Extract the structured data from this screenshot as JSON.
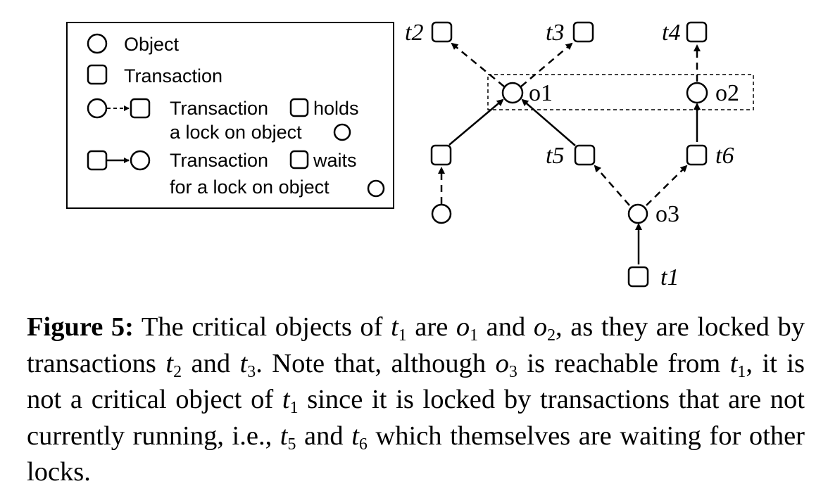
{
  "legend": {
    "object": "Object",
    "transaction": "Transaction",
    "holds_line1": "Transaction",
    "holds_line1b": "holds",
    "holds_line2": "a lock on object",
    "waits_line1": "Transaction",
    "waits_line1b": "waits",
    "waits_line2": "for a lock on object"
  },
  "graph": {
    "t2": "t2",
    "t3": "t3",
    "t4": "t4",
    "t5": "t5",
    "t6": "t6",
    "t1": "t1",
    "o1": "o1",
    "o2": "o2",
    "o3": "o3"
  },
  "caption": {
    "label": "Figure 5:",
    "p1": " The critical objects of ",
    "t1a": "t",
    "t1a_sub": "1",
    "p2": " are ",
    "o1": "o",
    "o1_sub": "1",
    "p3": " and ",
    "o2": "o",
    "o2_sub": "2",
    "p4": ", as they are locked by transactions ",
    "t2": "t",
    "t2_sub": "2",
    "p5": " and ",
    "t3": "t",
    "t3_sub": "3",
    "p6": ". Note that, although ",
    "o3": "o",
    "o3_sub": "3",
    "p7": " is reachable from ",
    "t1b": "t",
    "t1b_sub": "1",
    "p8": ", it is not a critical object of ",
    "t1c": "t",
    "t1c_sub": "1",
    "p9": " since it is locked by transactions that are not currently running, i.e., ",
    "t5": "t",
    "t5_sub": "5",
    "p10": " and ",
    "t6": "t",
    "t6_sub": "6",
    "p11": " which themselves are waiting for other locks."
  }
}
